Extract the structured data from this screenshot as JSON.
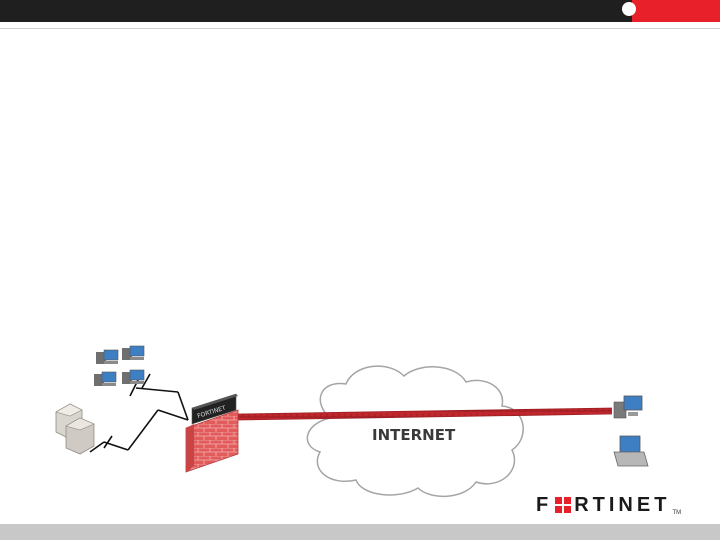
{
  "slide": {
    "brand_colors": {
      "dark": "#1f1f1f",
      "red": "#e8202a",
      "grey": "#c8c8c8"
    }
  },
  "diagram": {
    "internet_label": "INTERNET",
    "icons": [
      "workstation-icon",
      "server-icon",
      "firewall-icon",
      "cloud-icon",
      "desktop-icon",
      "laptop-icon"
    ]
  },
  "logo": {
    "text_left": "F",
    "text_right": "RTINET",
    "tm": "TM"
  }
}
